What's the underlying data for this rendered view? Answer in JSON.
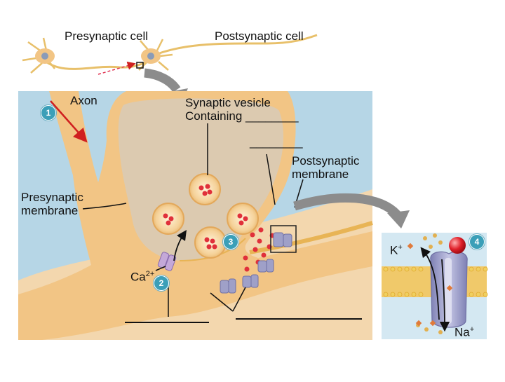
{
  "labels": {
    "presynaptic_cell": "Presynaptic cell",
    "postsynaptic_cell": "Postsynaptic cell",
    "axon": "Axon",
    "vesicle_line1": "Synaptic vesicle",
    "vesicle_line2": "Containing ________",
    "vesicle_line3": "________",
    "post_membrane_line1": "Postsynaptic",
    "post_membrane_line2": "membrane",
    "pre_membrane_line1": "Presynaptic",
    "pre_membrane_line2": "membrane",
    "ca_ion": "Ca",
    "ca_charge": "2+",
    "k_ion": "K",
    "k_charge": "+",
    "na_ion": "Na",
    "na_charge": "+"
  },
  "steps": [
    "1",
    "2",
    "3",
    "4"
  ],
  "colors": {
    "background_fluid": "#b6d6e6",
    "postsynaptic_tissue": "#f3d7ae",
    "neuron_body": "#f2c585",
    "terminal_inner": "#dccab0",
    "vesicle": "#f6d49a",
    "neurotransmitter": "#e0303a",
    "receptor": "#9fa0c8",
    "arrow_gray": "#8c8c8c",
    "axon_arrow": "#d02020",
    "membrane": "#f0c455",
    "step_badge": "#3b9fb8"
  }
}
